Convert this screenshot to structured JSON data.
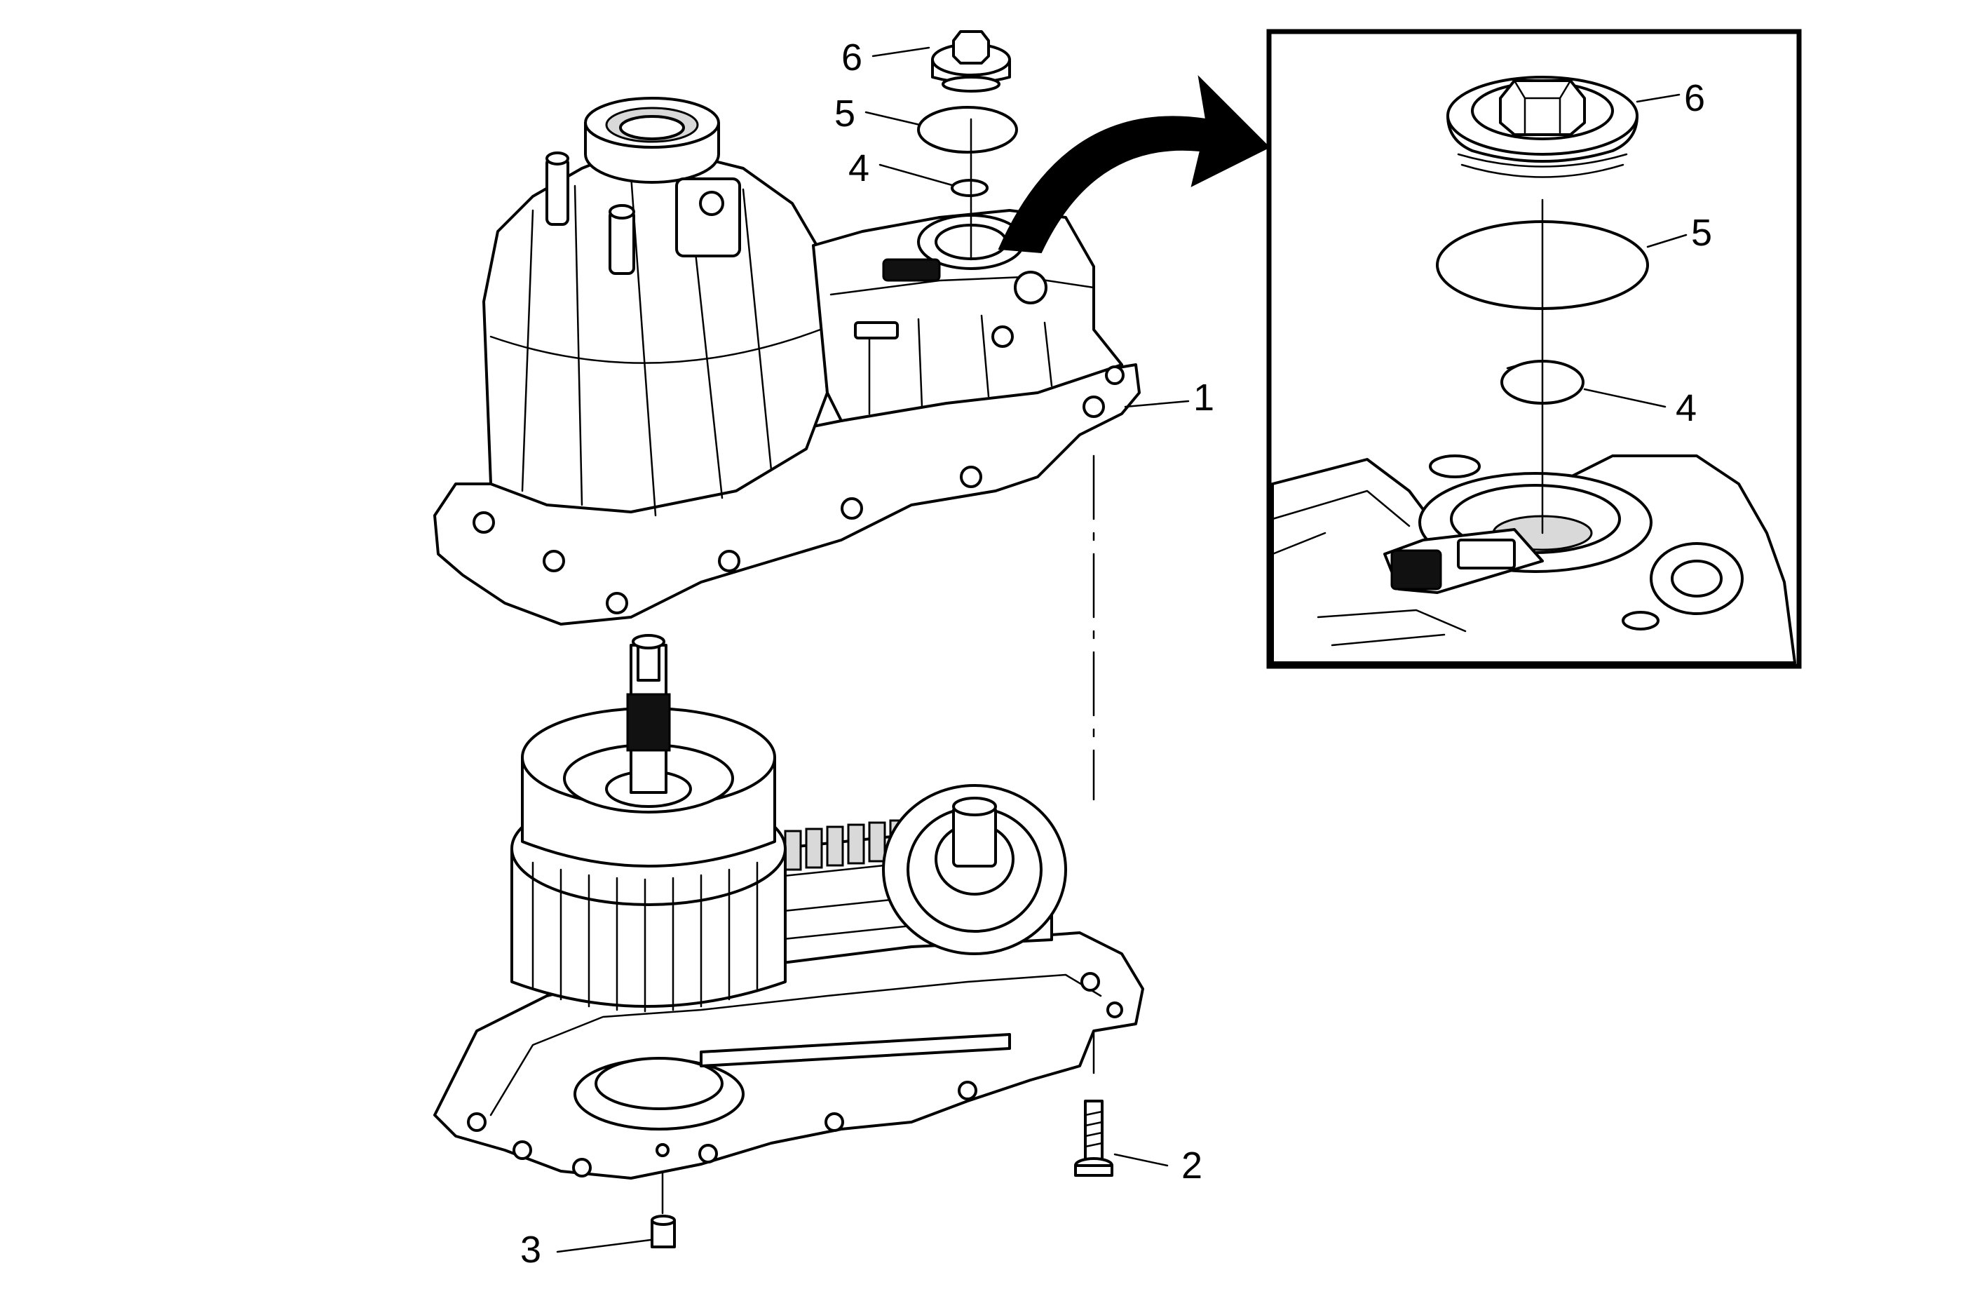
{
  "callouts": {
    "main_6": "6",
    "main_5": "5",
    "main_4": "4",
    "main_1": "1",
    "main_2": "2",
    "main_3": "3",
    "inset_6": "6",
    "inset_5": "5",
    "inset_4": "4"
  }
}
